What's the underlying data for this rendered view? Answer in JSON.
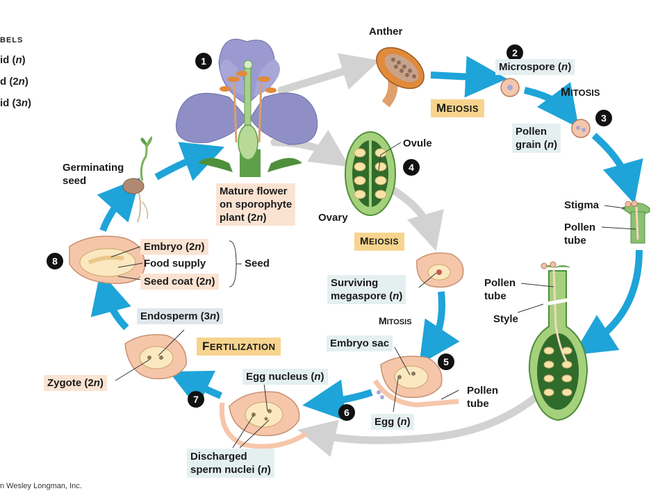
{
  "legend": {
    "title": "BELS",
    "items": [
      {
        "prefix": "id (",
        "n": "n",
        "suffix": ")"
      },
      {
        "prefix": "d (2",
        "n": "n",
        "suffix": ")"
      },
      {
        "prefix": "id (3",
        "n": "n",
        "suffix": ")"
      }
    ]
  },
  "steps": [
    "1",
    "2",
    "3",
    "4",
    "5",
    "6",
    "7",
    "8"
  ],
  "stages": {
    "meiosis_top": {
      "big": "M",
      "small": "EIOSIS"
    },
    "mitosis_top": {
      "big": "M",
      "small": "ITOSIS"
    },
    "meiosis_mid": {
      "big": "M",
      "small": "EIOSIS"
    },
    "mitosis_mid": {
      "big": "M",
      "small": "ITOSIS"
    },
    "fertilization": {
      "big": "F",
      "small": "ERTILIZATION"
    }
  },
  "labels": {
    "anther": "Anther",
    "microspore": {
      "text": "Microspore (",
      "n": "n",
      "close": ")"
    },
    "pollen_grain": {
      "line1": "Pollen",
      "line2": "grain (",
      "n": "n",
      "close": ")"
    },
    "stigma": "Stigma",
    "pollen_tube_top": {
      "line1": "Pollen",
      "line2": "tube"
    },
    "pollen_tube_style": {
      "line1": "Pollen",
      "line2": "tube"
    },
    "style": "Style",
    "ovule": "Ovule",
    "ovary": "Ovary",
    "mature_flower": {
      "line1": "Mature flower",
      "line2": "on sporophyte",
      "line3": "plant (2",
      "n": "n",
      "close": ")"
    },
    "germinating_seed": {
      "line1": "Germinating",
      "line2": "seed"
    },
    "embryo": {
      "text": "Embryo (2",
      "n": "n",
      "close": ")"
    },
    "food_supply": "Food supply",
    "seed_coat": {
      "text": "Seed coat (2",
      "n": "n",
      "close": ")"
    },
    "seed": "Seed",
    "surviving_megaspore": {
      "line1": "Surviving",
      "line2": "megaspore (",
      "n": "n",
      "close": ")"
    },
    "embryo_sac": "Embryo sac",
    "pollen_tube_bottom": {
      "line1": "Pollen",
      "line2": "tube"
    },
    "egg": {
      "text": "Egg (",
      "n": "n",
      "close": ")"
    },
    "egg_nucleus": {
      "text": "Egg nucleus (",
      "n": "n",
      "close": ")"
    },
    "discharged_sperm": {
      "line1": "Discharged",
      "line2": "sperm nuclei (",
      "n": "n",
      "close": ")"
    },
    "endosperm": {
      "text": "Endosperm (3",
      "n": "n",
      "close": ")"
    },
    "zygote": {
      "text": "Zygote (2",
      "n": "n",
      "close": ")"
    }
  },
  "credit": "n Wesley Longman, Inc.",
  "colors": {
    "cycle_arrow": "#1ea4d8",
    "gray_arrow": "#d2d2d2",
    "petal": "#8f8fc6",
    "green": "#5f9f4a",
    "tissue": "#f6c6aa",
    "pink_box": "#fbe3d2",
    "blue_box": "#e4eff0",
    "gold_box": "#f7d48e"
  }
}
